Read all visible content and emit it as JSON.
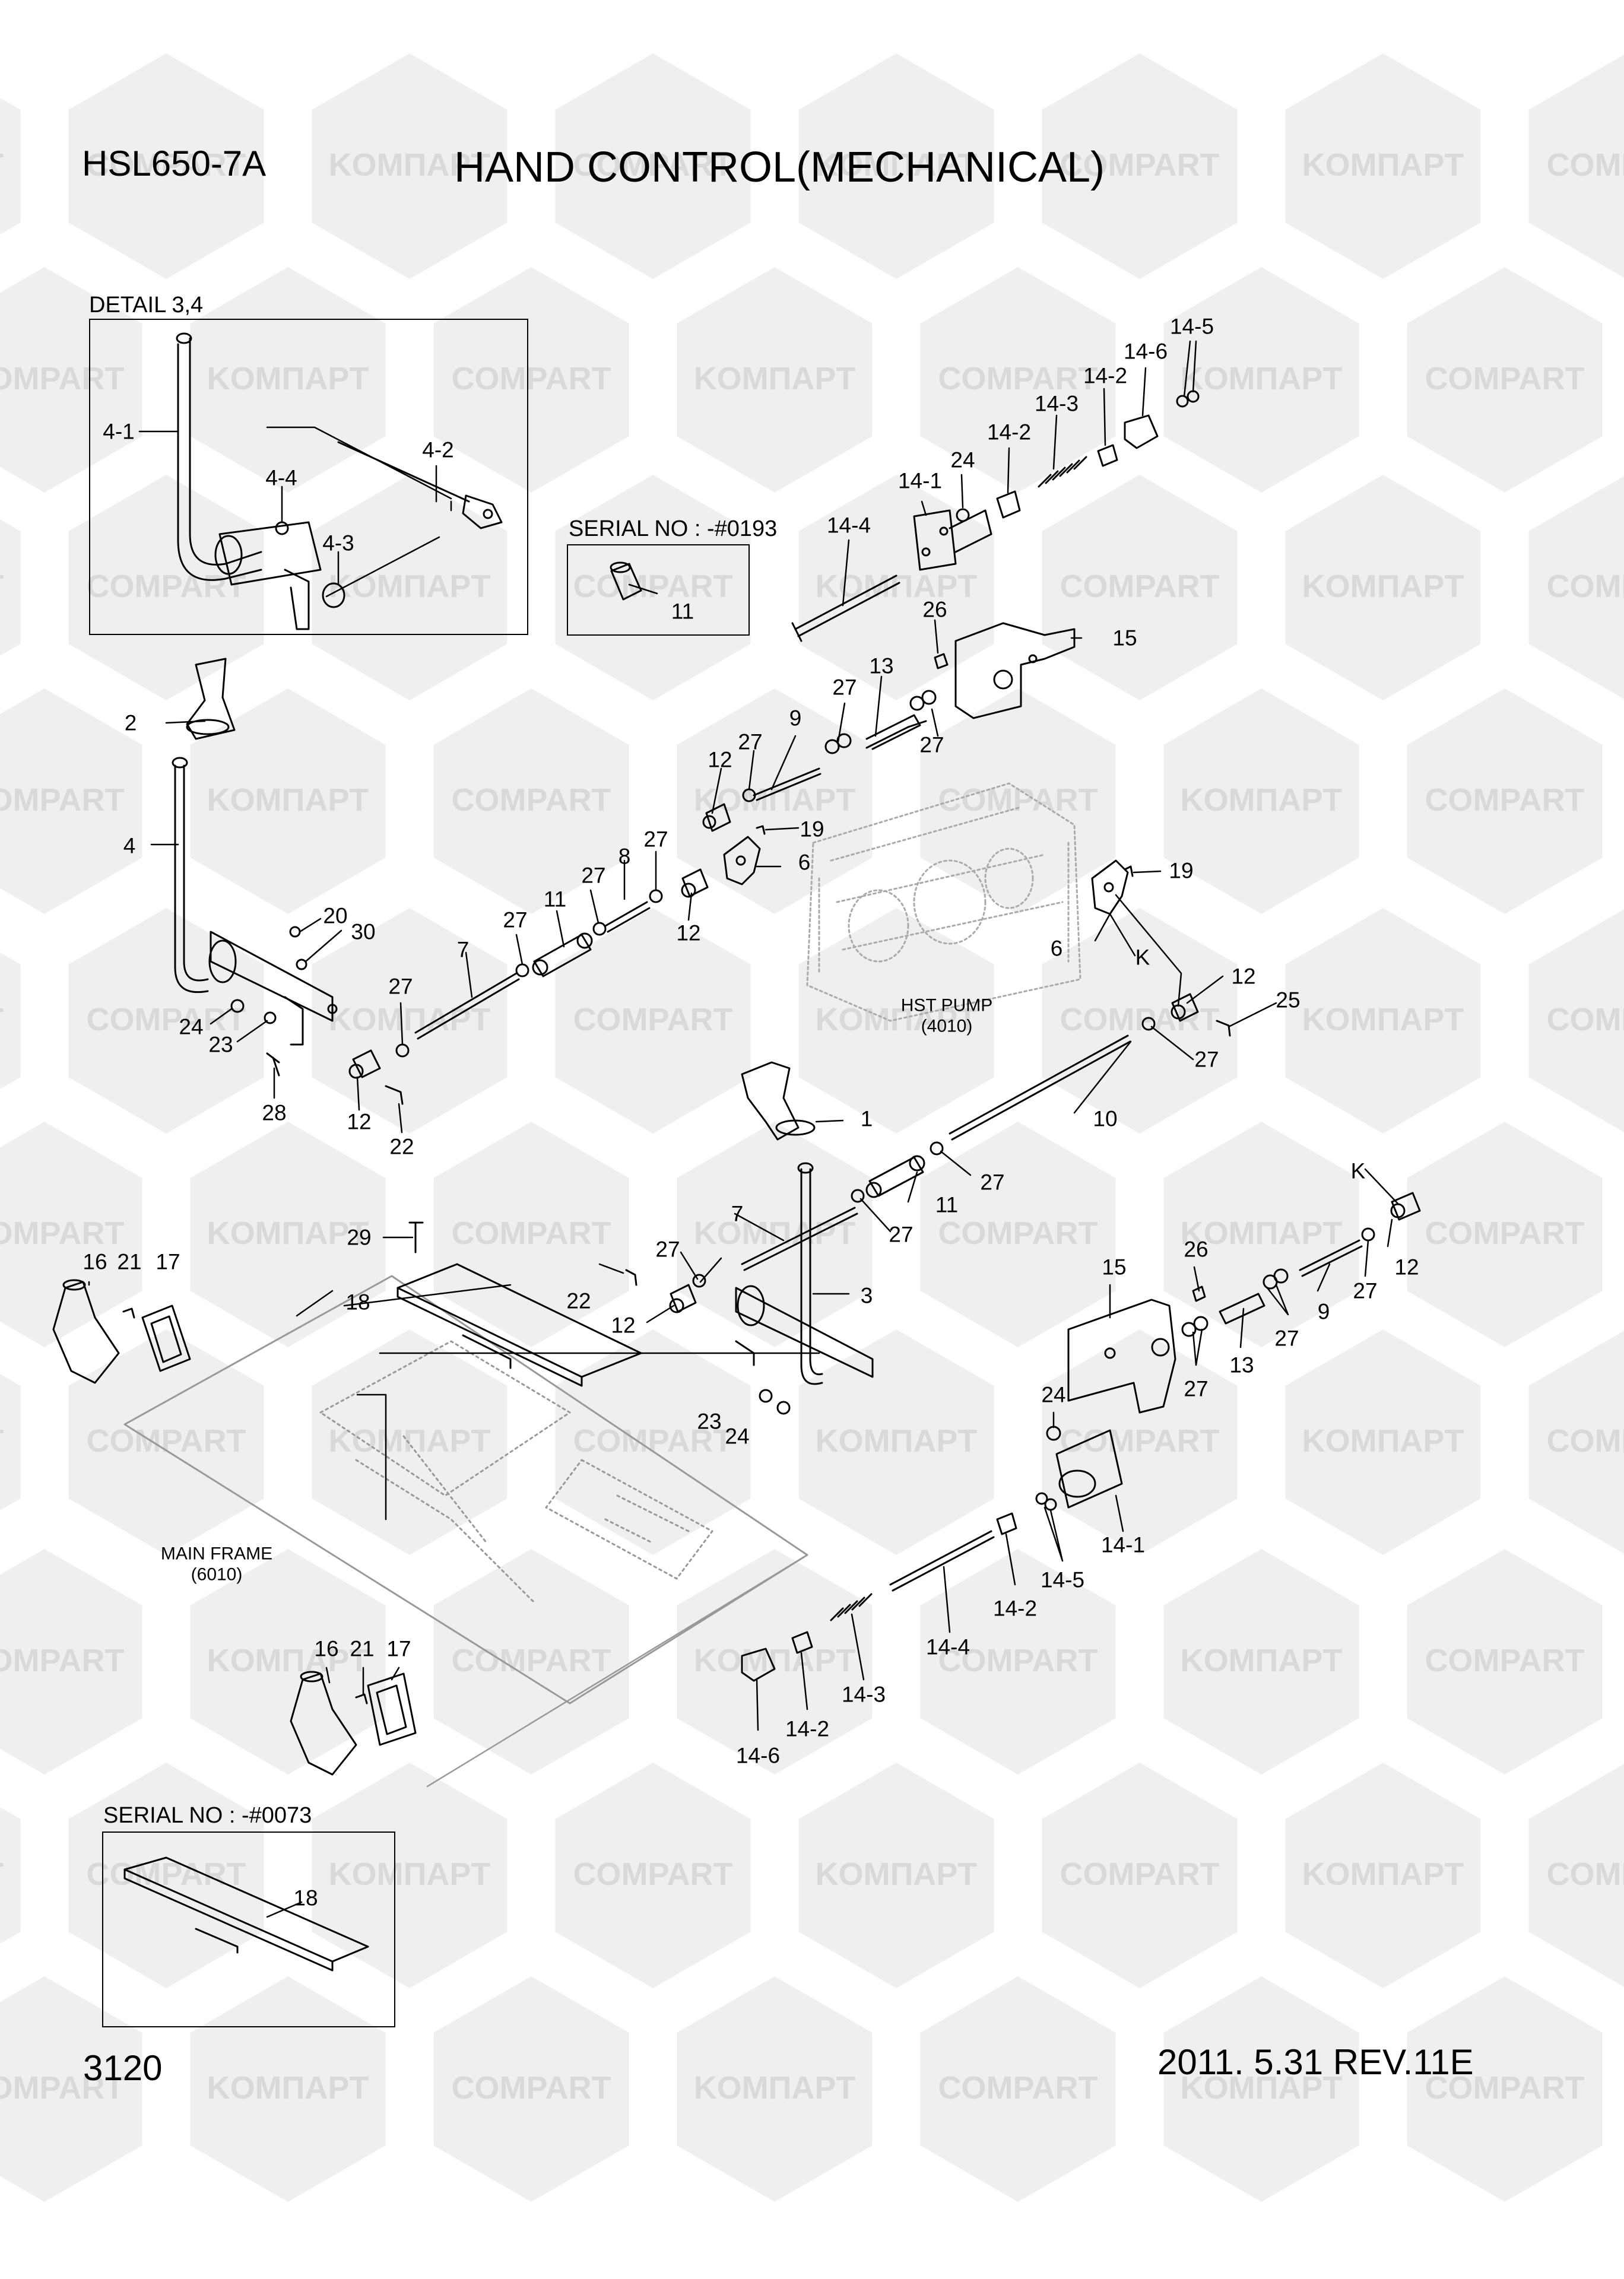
{
  "header": {
    "model": "HSL650-7A",
    "title": "HAND CONTROL(MECHANICAL)"
  },
  "footer": {
    "page": "3120",
    "revision": "2011. 5.31 REV.11E"
  },
  "watermark": {
    "text_cyrillic": "KOMПAPT",
    "text_latin": "COMPART",
    "color": "#d9d9d9"
  },
  "boxes": {
    "detail": "DETAIL 3,4",
    "serial_top": "SERIAL NO : -#0193",
    "serial_bottom": "SERIAL NO : -#0073"
  },
  "references": {
    "hst_pump": {
      "name": "HST PUMP",
      "code": "(4010)"
    },
    "main_frame": {
      "name": "MAIN FRAME",
      "code": "(6010)"
    }
  },
  "labels": [
    "4-1",
    "4-2",
    "4-4",
    "4-3",
    "11",
    "14-5",
    "14-6",
    "14-2",
    "14-3",
    "14-2",
    "24",
    "14-1",
    "14-4",
    "26",
    "15",
    "27",
    "13",
    "9",
    "27",
    "27",
    "12",
    "19",
    "6",
    "27",
    "8",
    "27",
    "11",
    "27",
    "7",
    "20",
    "30",
    "12",
    "2",
    "4",
    "24",
    "23",
    "28",
    "12",
    "22",
    "27",
    "19",
    "6",
    "K",
    "12",
    "25",
    "27",
    "1",
    "10",
    "27",
    "7",
    "11",
    "27",
    "29",
    "27",
    "22",
    "12",
    "3",
    "K",
    "26",
    "12",
    "27",
    "9",
    "27",
    "15",
    "13",
    "27",
    "16",
    "21",
    "17",
    "18",
    "24",
    "23",
    "24",
    "14-1",
    "14-5",
    "14-2",
    "14-4",
    "14-3",
    "14-2",
    "14-6",
    "16",
    "21",
    "17",
    "18"
  ]
}
